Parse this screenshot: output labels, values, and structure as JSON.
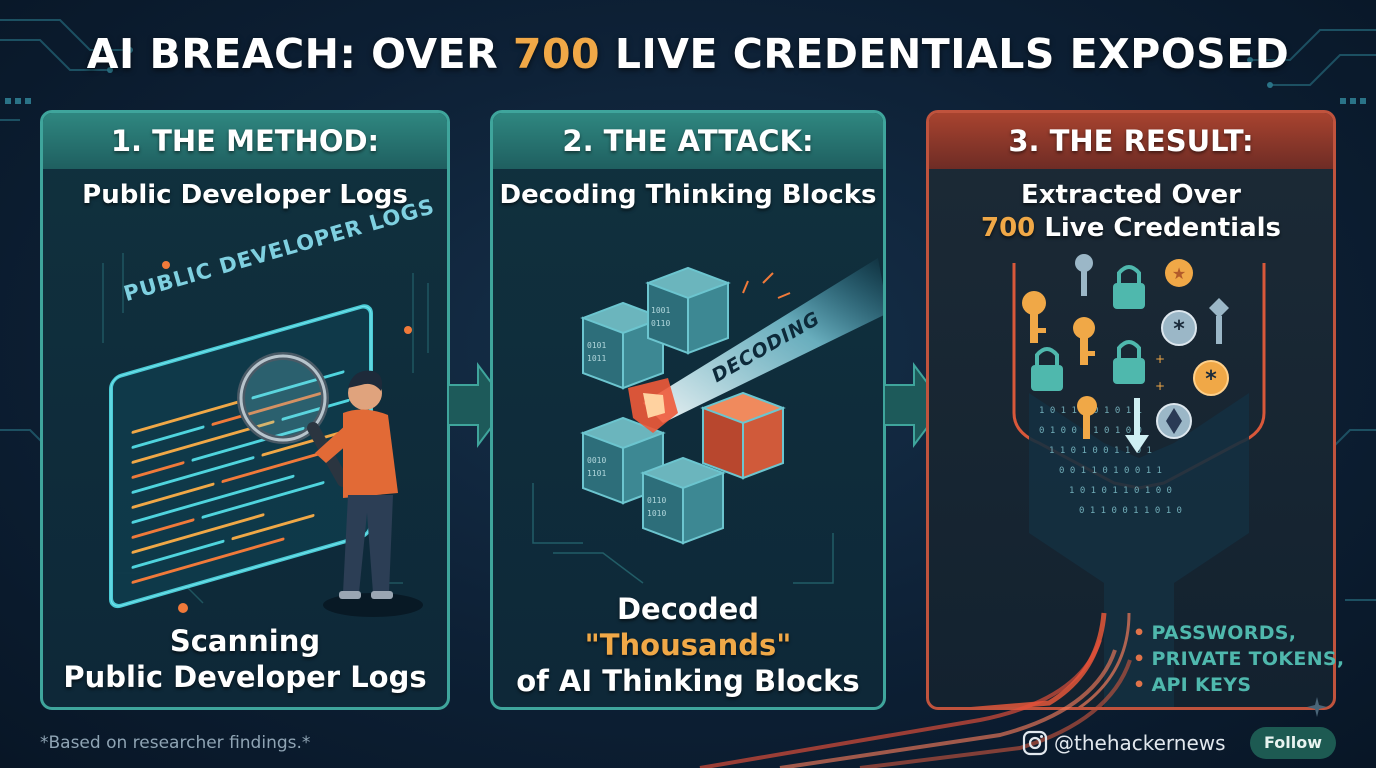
{
  "title": {
    "prefix": "AI BREACH: OVER ",
    "highlight": "700",
    "suffix": " LIVE CREDENTIALS EXPOSED"
  },
  "panels": [
    {
      "heading": "1. THE METHOD:",
      "subtitle": "Public Developer Logs",
      "screen_label": "PUBLIC DEVELOPER LOGS",
      "caption_line1": "Scanning",
      "caption_line2": "Public Developer Logs"
    },
    {
      "heading": "2. THE ATTACK:",
      "subtitle": "Decoding Thinking Blocks",
      "beam_label": "DECODING",
      "caption_line1": "Decoded",
      "caption_highlight": "\"Thousands\"",
      "caption_line3": "of AI Thinking Blocks"
    },
    {
      "heading": "3. THE RESULT:",
      "subtitle_line1": "Extracted Over",
      "subtitle_highlight": "700",
      "subtitle_line2_rest": " Live Credentials"
    }
  ],
  "bullets": [
    "PASSWORDS,",
    "PRIVATE TOKENS,",
    "API KEYS"
  ],
  "footnote": "*Based on researcher findings.*",
  "social": {
    "handle": "@thehackernews",
    "follow_label": "Follow",
    "icon": "instagram-icon"
  },
  "colors": {
    "accent": "#f0a847",
    "teal": "#3fa59c",
    "red": "#c0533d",
    "background": "#0d2035"
  }
}
